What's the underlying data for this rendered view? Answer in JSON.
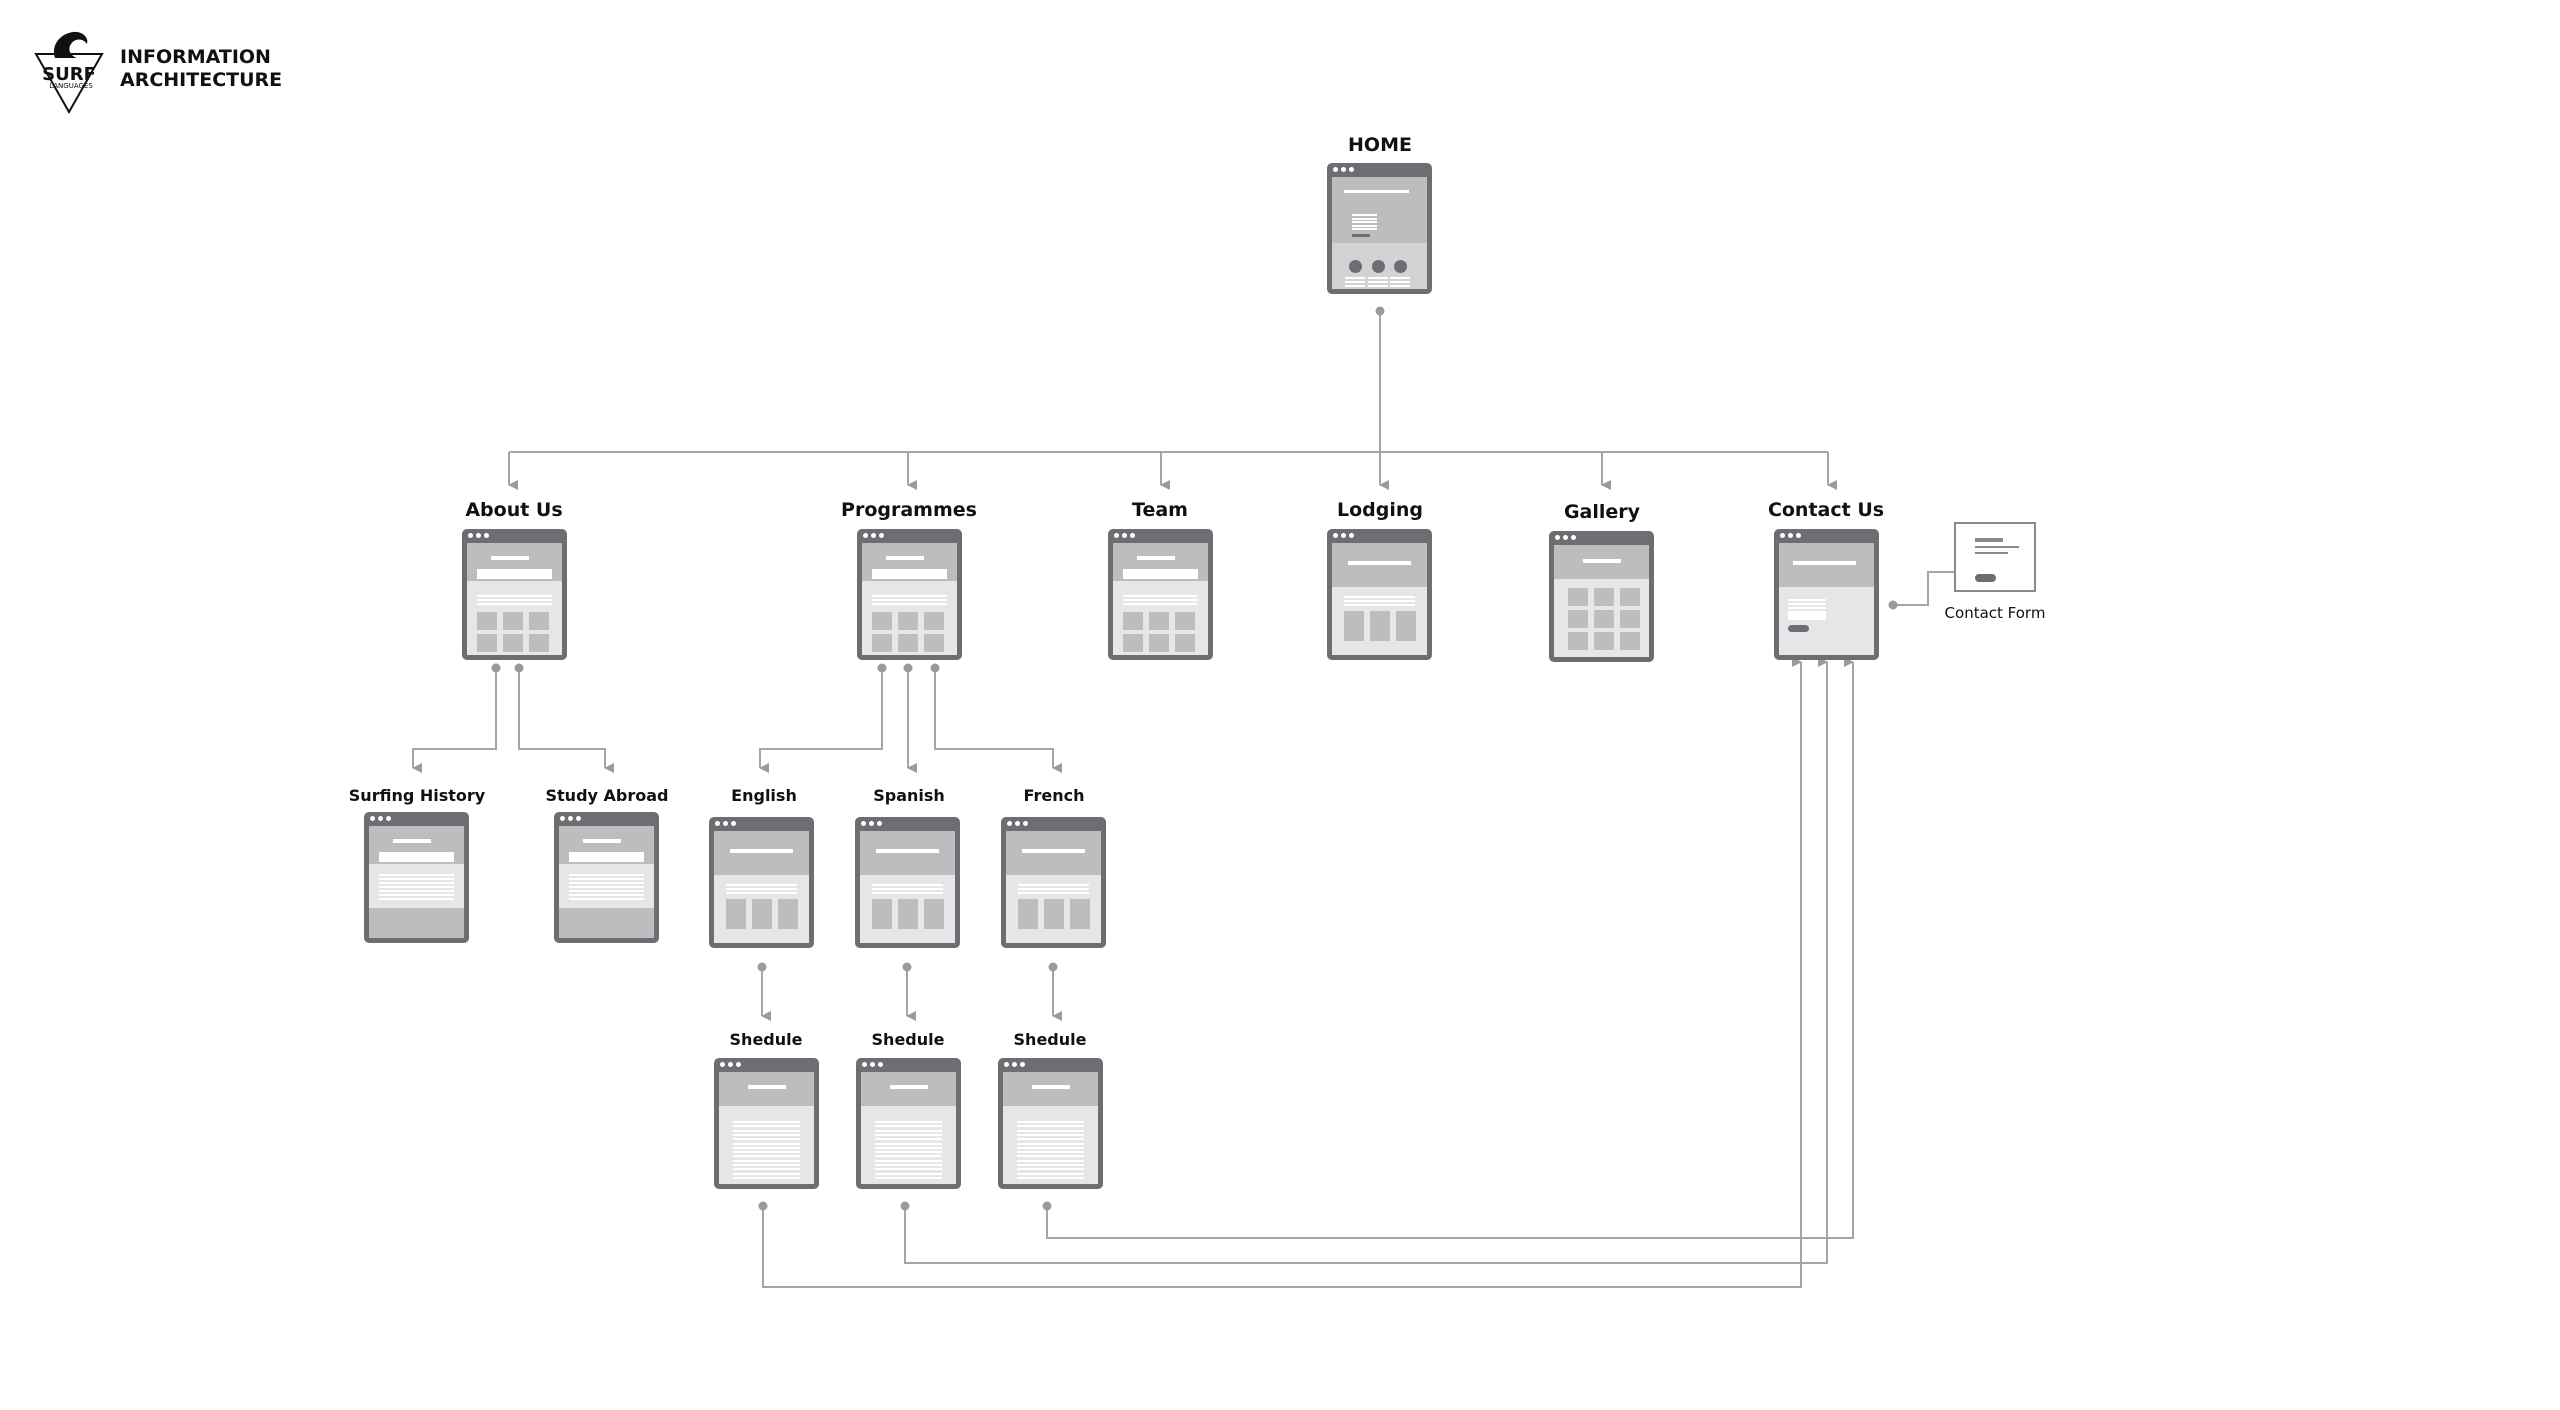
{
  "header": {
    "logo_text": "SURF",
    "logo_subtext": "LANGUAGES",
    "title_line1": "INFORMATION",
    "title_line2": "ARCHITECTURE"
  },
  "colors": {
    "frame": "#6e6e72",
    "hero": "#bdbdbf",
    "screen": "#e6e6e8",
    "connector": "#9a9a9c",
    "text": "#111111"
  },
  "sitemap": {
    "home": {
      "label": "HOME",
      "template": "home"
    },
    "sections": [
      {
        "id": "about",
        "label": "About Us",
        "template": "grid6",
        "children": [
          {
            "id": "surfing-history",
            "label": "Surfing History",
            "template": "article"
          },
          {
            "id": "study-abroad",
            "label": "Study Abroad",
            "template": "article"
          }
        ]
      },
      {
        "id": "programmes",
        "label": "Programmes",
        "template": "grid6",
        "children": [
          {
            "id": "english",
            "label": "English",
            "template": "cols3",
            "child": {
              "label": "Shedule",
              "template": "schedule"
            }
          },
          {
            "id": "spanish",
            "label": "Spanish",
            "template": "cols3",
            "child": {
              "label": "Shedule",
              "template": "schedule"
            }
          },
          {
            "id": "french",
            "label": "French",
            "template": "cols3",
            "child": {
              "label": "Shedule",
              "template": "schedule"
            }
          }
        ]
      },
      {
        "id": "team",
        "label": "Team",
        "template": "grid6"
      },
      {
        "id": "lodging",
        "label": "Lodging",
        "template": "cols3"
      },
      {
        "id": "gallery",
        "label": "Gallery",
        "template": "grid9"
      },
      {
        "id": "contact",
        "label": "Contact Us",
        "template": "contact",
        "attachment": {
          "label": "Contact Form"
        }
      }
    ],
    "cross_links": [
      {
        "from": "english-shedule",
        "to": "contact"
      },
      {
        "from": "spanish-shedule",
        "to": "contact"
      },
      {
        "from": "french-shedule",
        "to": "contact"
      }
    ]
  }
}
